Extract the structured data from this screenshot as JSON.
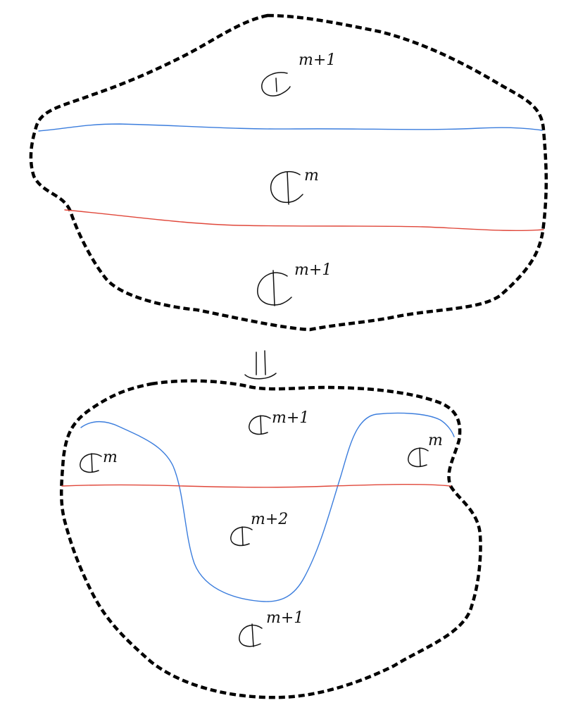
{
  "colors": {
    "blue_curve": "#3b7ddd",
    "red_curve": "#e0473a",
    "boundary": "#000000"
  },
  "top": {
    "region_upper": {
      "symbol": "C",
      "superscript": "m+1"
    },
    "region_middle": {
      "symbol": "C",
      "superscript": "m"
    },
    "region_lower": {
      "symbol": "C",
      "superscript": "m+1"
    }
  },
  "equality_symbol": "||",
  "bottom": {
    "region_top": {
      "symbol": "C",
      "superscript": "m+1"
    },
    "region_left": {
      "symbol": "C",
      "superscript": "m"
    },
    "region_right": {
      "symbol": "C",
      "superscript": "m"
    },
    "region_center": {
      "symbol": "C",
      "superscript": "m+2"
    },
    "region_bottom": {
      "symbol": "C",
      "superscript": "m+1"
    }
  }
}
